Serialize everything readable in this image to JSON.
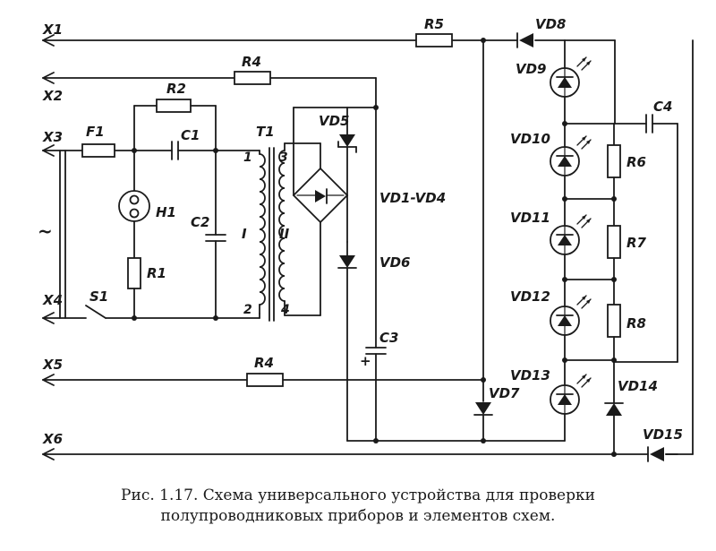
{
  "terminals": [
    "X1",
    "X2",
    "X3",
    "X4",
    "X5",
    "X6"
  ],
  "components": {
    "F1": "F1",
    "S1": "S1",
    "H1": "H1",
    "R1": "R1",
    "C1": "C1",
    "C2": "C2",
    "R2": "R2",
    "R4_top": "R4",
    "R4_bottom": "R4",
    "R5": "R5",
    "R6": "R6",
    "R7": "R7",
    "R8": "R8",
    "T1": "T1",
    "winding_1": "1",
    "winding_2": "2",
    "winding_3": "3",
    "winding_4": "4",
    "winding_I": "I",
    "winding_II": "II",
    "VD1_VD4": "VD1-VD4",
    "VD5": "VD5",
    "VD6": "VD6",
    "VD7": "VD7",
    "VD8": "VD8",
    "VD9": "VD9",
    "VD10": "VD10",
    "VD11": "VD11",
    "VD12": "VD12",
    "VD13": "VD13",
    "VD14": "VD14",
    "VD15": "VD15",
    "C3": "C3",
    "C3_plus": "+",
    "C4": "C4",
    "ac_symbol": "~"
  },
  "caption": {
    "line1": "Рис. 1.17. Схема универсального устройства для проверки",
    "line2": "полупроводниковых приборов и элементов схем."
  }
}
